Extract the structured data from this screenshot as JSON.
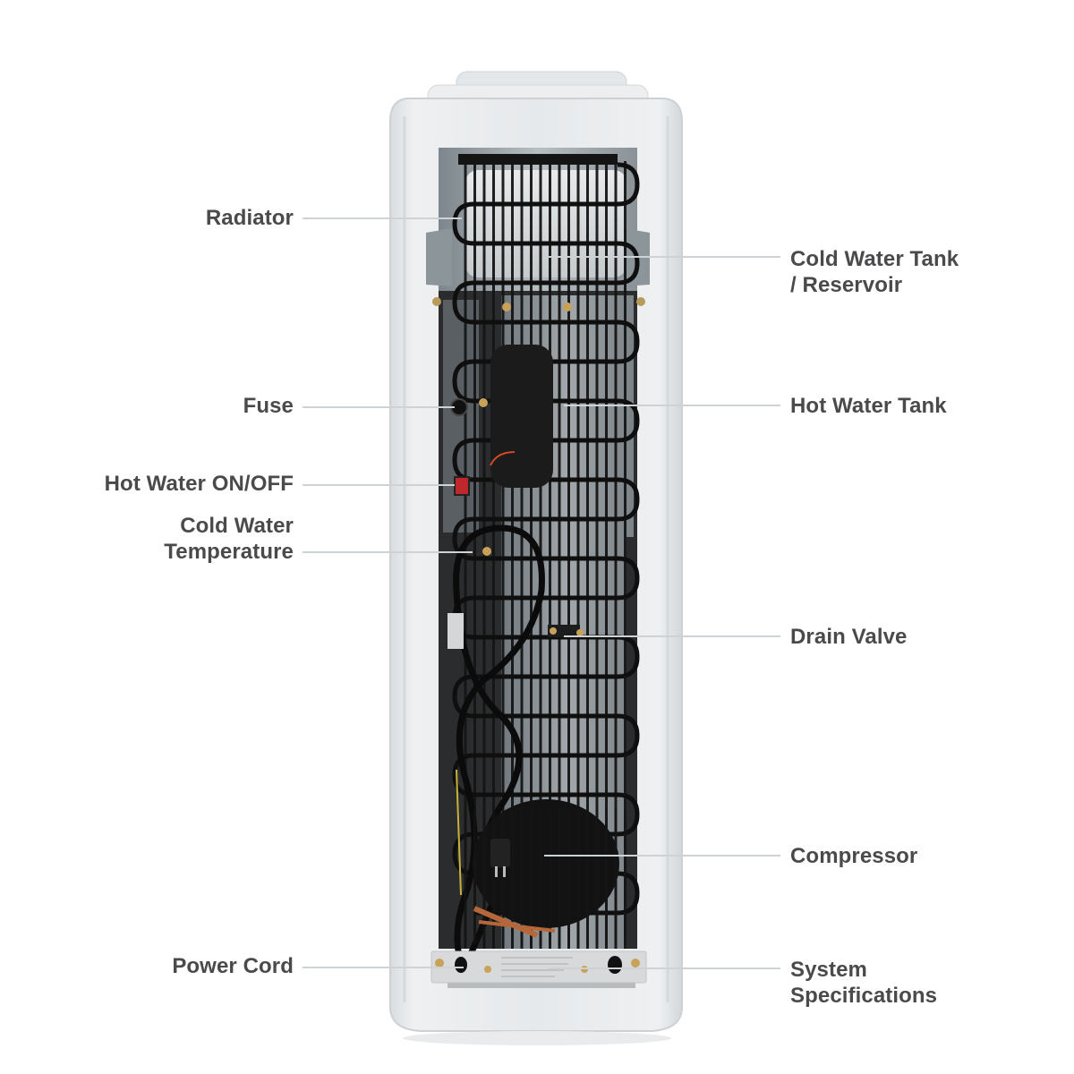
{
  "diagram": {
    "subject": "water dispenser rear view",
    "colors": {
      "background": "#ffffff",
      "label_text": "#4a4a4c",
      "leader_line": "#cfd2d4",
      "cabinet": "#e9ecee",
      "cabinet_shade": "#d6dadd",
      "interior_panel": "#9aa3a8",
      "coil": "#111111",
      "switch_red": "#c0272d",
      "copper": "#b5673a"
    },
    "callouts_left": [
      {
        "id": "radiator",
        "lines": [
          "Radiator"
        ]
      },
      {
        "id": "fuse",
        "lines": [
          "Fuse"
        ]
      },
      {
        "id": "hot-water-switch",
        "lines": [
          "Hot Water ON/OFF"
        ]
      },
      {
        "id": "cold-water-temperature",
        "lines": [
          "Cold Water",
          "Temperature"
        ]
      },
      {
        "id": "power-cord",
        "lines": [
          "Power Cord"
        ]
      }
    ],
    "callouts_right": [
      {
        "id": "cold-water-tank",
        "lines": [
          "Cold Water Tank",
          "/ Reservoir"
        ]
      },
      {
        "id": "hot-water-tank",
        "lines": [
          "Hot Water Tank"
        ]
      },
      {
        "id": "drain-valve",
        "lines": [
          "Drain Valve"
        ]
      },
      {
        "id": "compressor",
        "lines": [
          "Compressor"
        ]
      },
      {
        "id": "system-specifications",
        "lines": [
          "System",
          "Specifications"
        ]
      }
    ]
  }
}
